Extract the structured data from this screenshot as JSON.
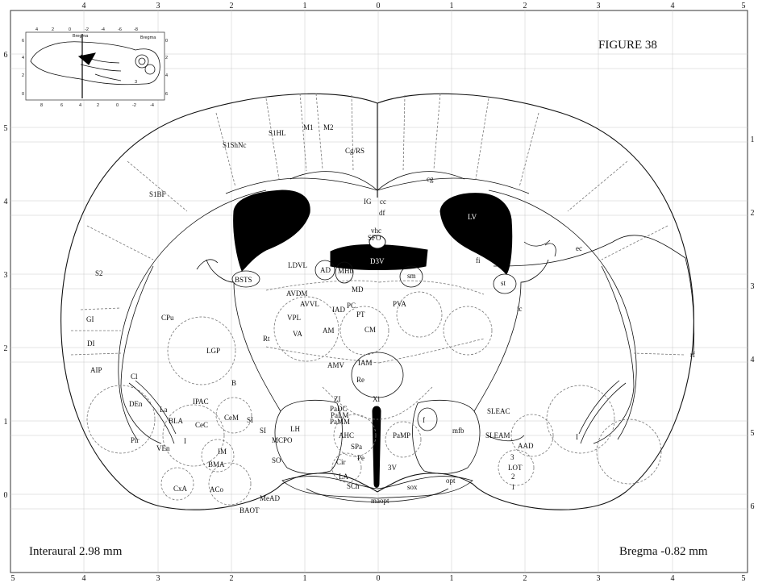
{
  "figure_title": "FIGURE 38",
  "interaural": "Interaural 2.98 mm",
  "bregma": "Bregma -0.82 mm",
  "axes": {
    "top": [
      "4",
      "3",
      "2",
      "1",
      "0",
      "1",
      "2",
      "3",
      "4",
      "5"
    ],
    "bottom": [
      "5",
      "4",
      "3",
      "2",
      "1",
      "0",
      "1",
      "2",
      "3",
      "4",
      "5"
    ],
    "left": [
      "6",
      "5",
      "4",
      "3",
      "2",
      "1",
      "0"
    ],
    "right": [
      "1",
      "2",
      "3",
      "4",
      "5",
      "6"
    ]
  },
  "inset": {
    "top_ticks": [
      "4",
      "2",
      "0",
      "-2",
      "-4",
      "-6",
      "-8"
    ],
    "bottom_ticks": [
      "8",
      "6",
      "4",
      "2",
      "0",
      "-2",
      "-4"
    ],
    "left_ticks": [
      "6",
      "4",
      "2",
      "0"
    ],
    "right_ticks": [
      "0",
      "2",
      "4",
      "6"
    ],
    "labels": [
      "Bregma",
      "Bregma",
      "3"
    ]
  },
  "regions": {
    "S1ShNc": "S1ShNc",
    "S1HL": "S1HL",
    "M1": "M1",
    "M2": "M2",
    "CgRS": "Cg/RS",
    "S1BF": "S1BF",
    "IG": "IG",
    "cc": "cc",
    "df": "df",
    "cg": "cg",
    "LV": "LV",
    "vhc": "vhc",
    "SFO": "SFO",
    "D3V": "D3V",
    "fi": "fi",
    "ec": "ec",
    "S2": "S2",
    "LDVL": "LDVL",
    "AD": "AD",
    "MHb": "MHb",
    "sm": "sm",
    "BSTS": "BSTS",
    "st": "st",
    "MD": "MD",
    "AVDM": "AVDM",
    "AVVL": "AVVL",
    "IAD": "IAD",
    "PC": "PC",
    "PT": "PT",
    "PVA": "PVA",
    "ic": "ic",
    "GI": "GI",
    "CPu": "CPu",
    "VPL": "VPL",
    "AM": "AM",
    "CM": "CM",
    "DI": "DI",
    "Rt": "Rt",
    "VA": "VA",
    "LGP": "LGP",
    "IAM": "IAM",
    "rf": "rf",
    "AMV": "AMV",
    "AIP": "AIP",
    "Cl": "Cl",
    "Re": "Re",
    "B": "B",
    "DEn": "DEn",
    "ZI": "ZI",
    "Xi": "Xi",
    "La": "La",
    "IPAC": "IPAC",
    "PaDC": "PaDC",
    "PaLM": "PaLM",
    "PaMM": "PaMM",
    "SLEAC": "SLEAC",
    "BLA": "BLA",
    "CeM": "CeM",
    "CeC": "CeC",
    "SI1": "SI",
    "SI2": "SI",
    "LH": "LH",
    "f": "f",
    "mfb": "mfb",
    "AHC": "AHC",
    "PaMP": "PaMP",
    "Pir": "Pir",
    "SLEAM": "SLEAM",
    "I1": "I",
    "I2": "I",
    "MCPO": "MCPO",
    "VEn": "VEn",
    "IM": "IM",
    "SPa": "SPa",
    "AAD": "AAD",
    "Pe": "Pe",
    "SO": "SO",
    "Cir": "Cir",
    "BMA": "BMA",
    "3": "3",
    "3V": "3V",
    "LOT": "LOT",
    "2": "2",
    "LA": "LA",
    "CxA": "CxA",
    "ACo": "ACo",
    "SCh": "SCh",
    "sox": "sox",
    "opt": "opt",
    "1": "1",
    "MeAD": "MeAD",
    "maopt": "maopt",
    "BAOT": "BAOT"
  }
}
